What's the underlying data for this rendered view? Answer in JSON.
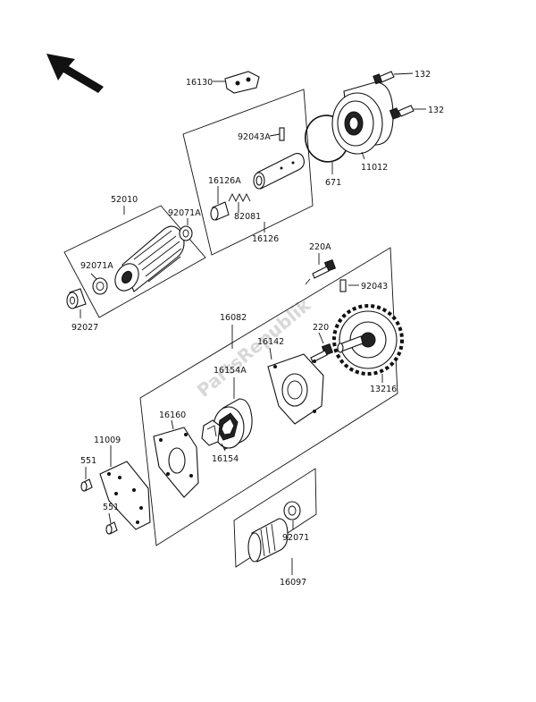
{
  "watermark": "PartsRepublik",
  "labels": {
    "p16130": "16130",
    "p132a": "132",
    "p132b": "132",
    "p92043a": "92043A",
    "p671": "671",
    "p11012": "11012",
    "p16126a": "16126A",
    "p82081": "82081",
    "p16126": "16126",
    "p52010": "52010",
    "p92071a": "92071A",
    "p92071a_2": "92071A",
    "p92027": "92027",
    "p220a": "220A",
    "p92043": "92043",
    "p16082": "16082",
    "p220": "220",
    "p16142": "16142",
    "p16154a": "16154A",
    "p13216": "13216",
    "p16160": "16160",
    "p11009": "11009",
    "p16154": "16154",
    "p551a": "551",
    "p551b": "551",
    "p92071": "92071",
    "p16097": "16097"
  }
}
